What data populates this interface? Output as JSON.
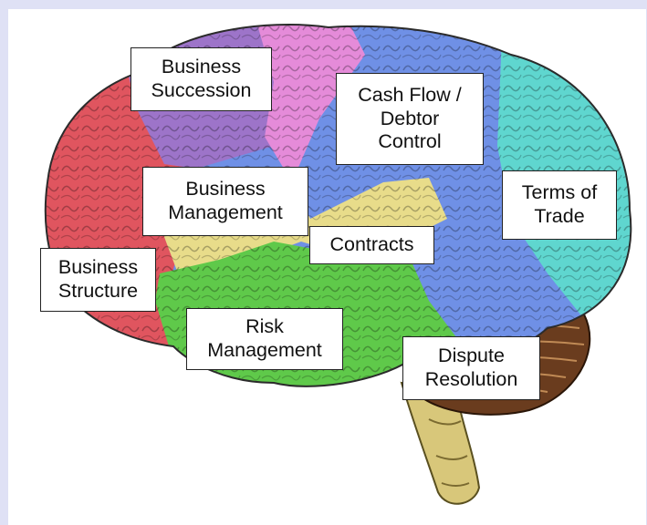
{
  "labels": {
    "business_succession": [
      "Business",
      "Succession"
    ],
    "cash_flow": [
      "Cash Flow /",
      "Debtor",
      "Control"
    ],
    "business_management": [
      "Business",
      "Management"
    ],
    "terms_of_trade": [
      "Terms of",
      "Trade"
    ],
    "contracts": [
      "Contracts"
    ],
    "business_structure": [
      "Business",
      "Structure"
    ],
    "risk_management": [
      "Risk",
      "Management"
    ],
    "dispute_resolution": [
      "Dispute",
      "Resolution"
    ]
  },
  "colors": {
    "background": "#dfe1f5",
    "frontal_red": "#e0555f",
    "purple": "#9d74c9",
    "pink": "#e58bd9",
    "blue": "#6f90e6",
    "cyan": "#5fd6cf",
    "yellow": "#e8dc8a",
    "green": "#5fc94a",
    "cerebellum_brown": "#6a3c1e",
    "brainstem": "#d8c77a"
  }
}
